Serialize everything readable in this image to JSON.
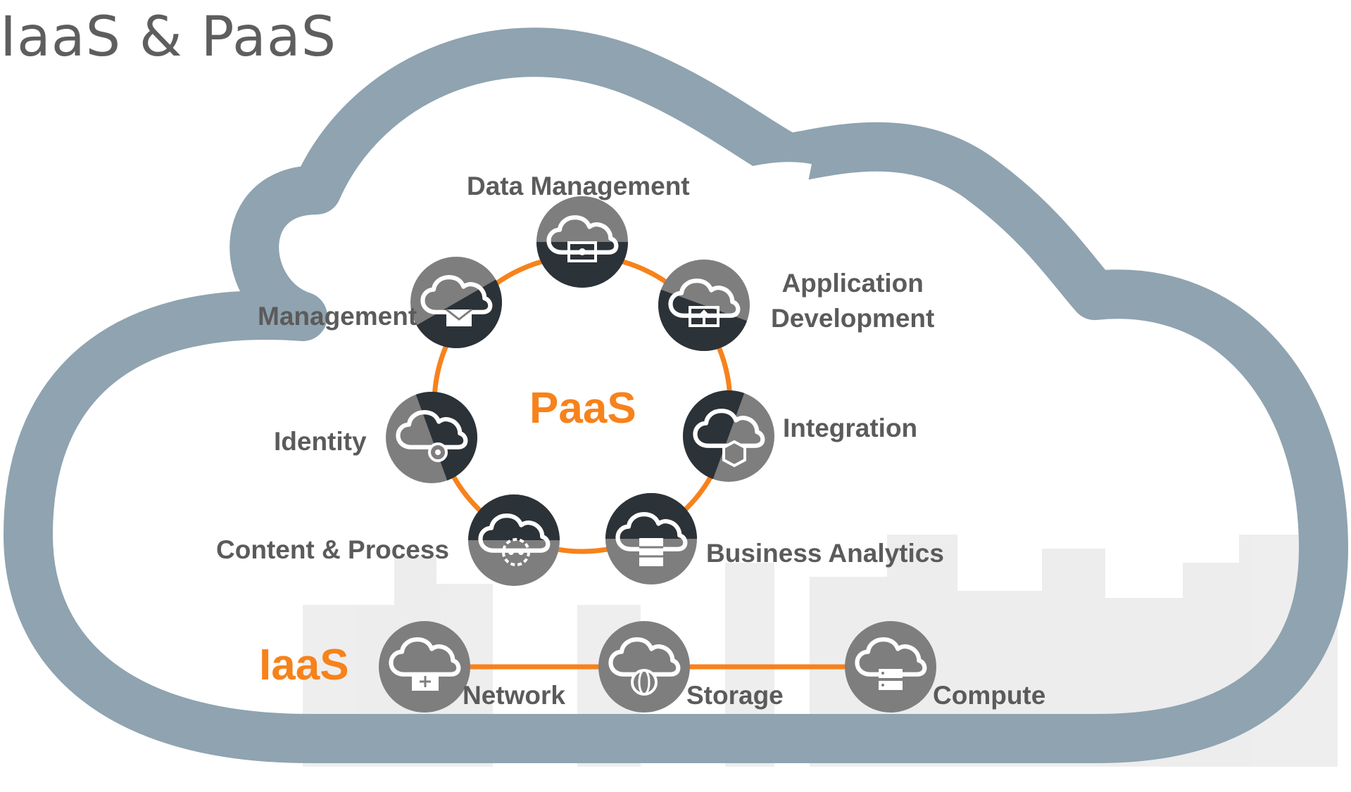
{
  "title": "IaaS & PaaS",
  "colors": {
    "cloud_outline": "#8fa3b0",
    "accent_orange": "#f7821b",
    "node_gray": "#7e7e7e",
    "node_dark": "#2b3238",
    "label_gray": "#5b5b5b"
  },
  "paas": {
    "label": "PaaS",
    "services": [
      {
        "label": "Data Management",
        "icon": "cloud-monitor-gear-icon"
      },
      {
        "label_lines": [
          "Application",
          "Development"
        ],
        "icon": "cloud-screen-upload-icon"
      },
      {
        "label": "Integration",
        "icon": "cloud-hexagon-icon"
      },
      {
        "label": "Business Analytics",
        "icon": "cloud-database-icon"
      },
      {
        "label": "Content & Process",
        "icon": "cloud-dots-icon"
      },
      {
        "label": "Identity",
        "icon": "cloud-key-icon"
      },
      {
        "label": "Management",
        "icon": "cloud-envelope-icon"
      }
    ]
  },
  "iaas": {
    "label": "IaaS",
    "services": [
      {
        "label": "Network",
        "icon": "cloud-network-icon"
      },
      {
        "label": "Storage",
        "icon": "cloud-globe-icon"
      },
      {
        "label": "Compute",
        "icon": "cloud-server-icon"
      }
    ]
  }
}
